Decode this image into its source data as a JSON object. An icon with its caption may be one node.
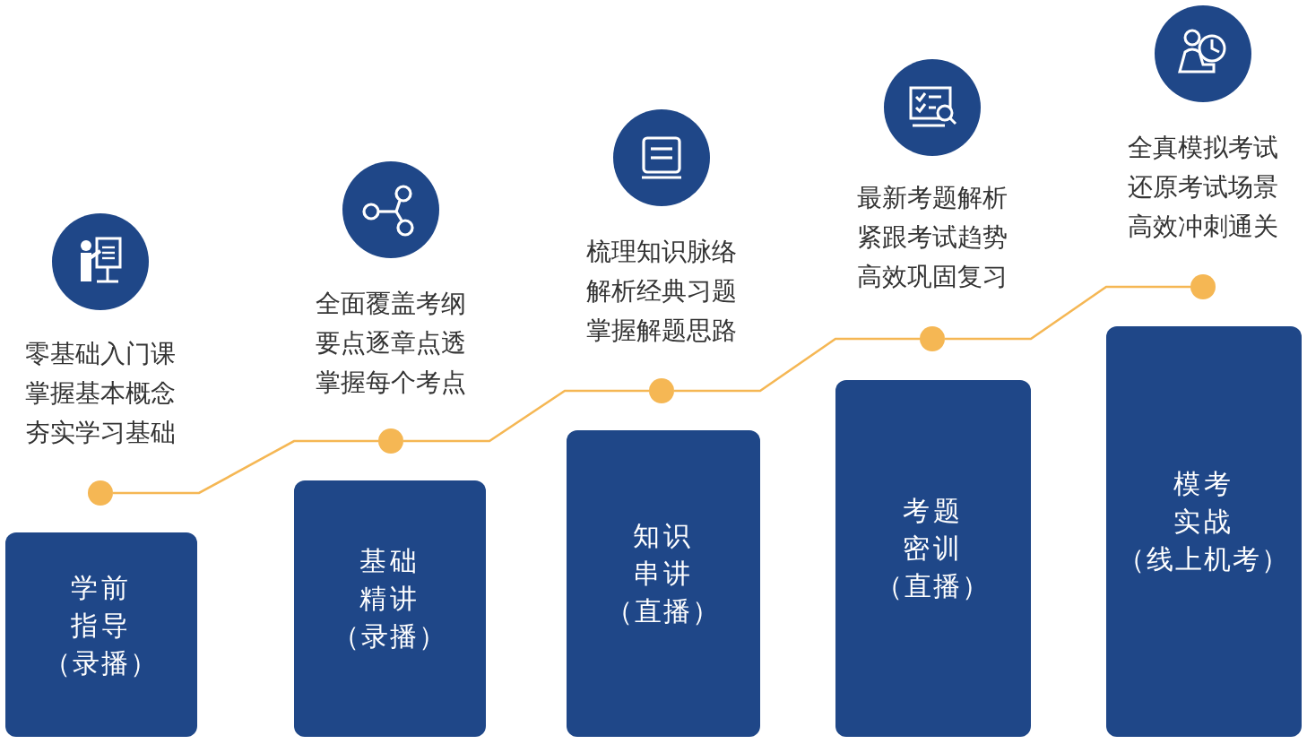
{
  "diagram": {
    "nodes": [
      {
        "text": [
          "学前指导",
          "（录播）"
        ],
        "beside": [
          "零基础入门课",
          "掌握基本概念",
          "夯实学习基础"
        ]
      },
      {
        "text": [
          "基础精讲",
          "（录播）"
        ],
        "beside": [
          "全面覆盖考纲",
          "要点逐章点透",
          "掌握每个考点"
        ]
      },
      {
        "text": [
          "知识串讲",
          "（直播）"
        ],
        "beside": [
          "梳理知识脉络",
          "解析经典习题",
          "掌握解题思路"
        ]
      },
      {
        "text": [
          "考题密训",
          "（直播）"
        ],
        "beside": [
          "最新考题解析",
          "紧跟考试趋势",
          "高效巩固复习"
        ]
      },
      {
        "text": [
          "模考实战",
          "（线上机考）"
        ],
        "beside": [
          "全真模拟考试",
          "还原考试场景",
          "高效冲刺通关"
        ]
      },
      {
        "text": [],
        "shape": "circle"
      },
      {
        "text": [],
        "shape": "circle"
      },
      {
        "text": [],
        "shape": "circle"
      },
      {
        "text": [],
        "shape": "circle"
      },
      {
        "text": [],
        "shape": "circle"
      }
    ],
    "edges": [
      {
        "from": 5,
        "to": 6,
        "arrow": "none"
      },
      {
        "from": 6,
        "to": 7,
        "arrow": "none"
      },
      {
        "from": 7,
        "to": 8,
        "arrow": "none"
      },
      {
        "from": 8,
        "to": 9,
        "arrow": "none"
      }
    ]
  }
}
